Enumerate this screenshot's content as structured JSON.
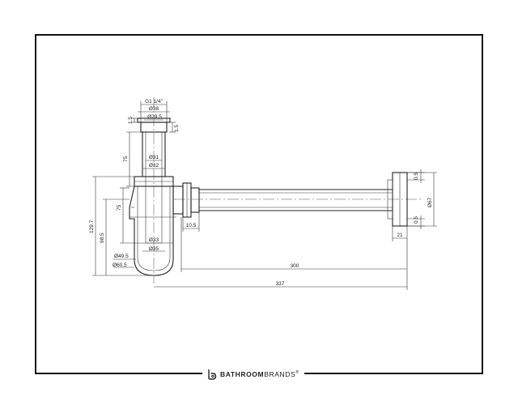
{
  "brand": {
    "bold": "BATHROOM",
    "light": "BRANDS",
    "mark": "®",
    "logo_icon": "b-monogram-icon"
  },
  "dimensions": {
    "thread": "G1 1/4\"",
    "d38": "Ø38",
    "d29_5": "Ø29.5",
    "d31": "Ø31",
    "d32": "Ø32",
    "d33": "Ø33",
    "d35": "Ø35",
    "d49_5": "Ø49.5",
    "d60_5": "Ø60.5",
    "d67": "Ø67",
    "h1_5": "1.5",
    "h1_5b": "1.5",
    "h75a": "75",
    "h75b": "75",
    "h129_7": "129.7",
    "h98_5": "98.5",
    "w10_5": "10.5",
    "w21": "21",
    "w300": "300",
    "w337": "337",
    "s0_5a": "0.5",
    "s0_5b": "0.5"
  }
}
